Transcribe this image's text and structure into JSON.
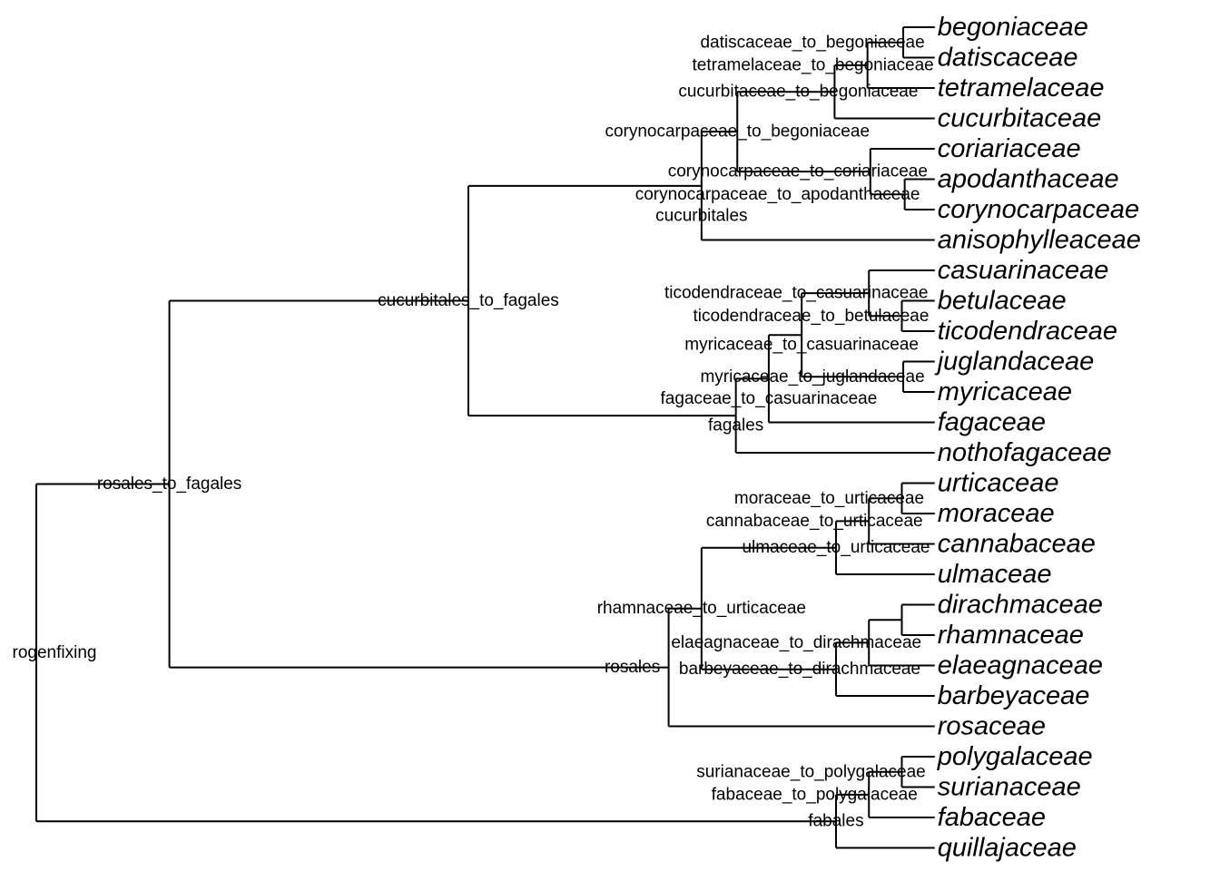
{
  "tree": {
    "label": "rogenfixing",
    "children": [
      {
        "label": "rosales_to_fagales",
        "children": [
          {
            "label": "cucurbitales_to_fagales",
            "children": [
              {
                "label": "cucurbitales",
                "children": [
                  {
                    "label": "corynocarpaceae_to_begoniaceae",
                    "children": [
                      {
                        "label": "cucurbitaceae_to_begoniaceae",
                        "children": [
                          {
                            "label": "tetramelaceae_to_begoniaceae",
                            "children": [
                              {
                                "label": "datiscaceae_to_begoniaceae",
                                "children": [
                                  {
                                    "tip": "begoniaceae"
                                  },
                                  {
                                    "tip": "datiscaceae"
                                  }
                                ]
                              },
                              {
                                "tip": "tetramelaceae"
                              }
                            ]
                          },
                          {
                            "tip": "cucurbitaceae"
                          }
                        ]
                      },
                      {
                        "label": "corynocarpaceae_to_coriariaceae",
                        "children": [
                          {
                            "tip": "coriariaceae"
                          },
                          {
                            "label": "corynocarpaceae_to_apodanthaceae",
                            "children": [
                              {
                                "tip": "apodanthaceae"
                              },
                              {
                                "tip": "corynocarpaceae"
                              }
                            ]
                          }
                        ]
                      }
                    ]
                  },
                  {
                    "tip": "anisophylleaceae"
                  }
                ]
              },
              {
                "label": "fagales",
                "children": [
                  {
                    "label": "fagaceae_to_casuarinaceae",
                    "children": [
                      {
                        "label": "myricaceae_to_casuarinaceae",
                        "children": [
                          {
                            "label": "ticodendraceae_to_casuarinaceae",
                            "children": [
                              {
                                "tip": "casuarinaceae"
                              },
                              {
                                "label": "ticodendraceae_to_betulaceae",
                                "children": [
                                  {
                                    "tip": "betulaceae"
                                  },
                                  {
                                    "tip": "ticodendraceae"
                                  }
                                ]
                              }
                            ]
                          },
                          {
                            "label": "myricaceae_to_juglandaceae",
                            "children": [
                              {
                                "tip": "juglandaceae"
                              },
                              {
                                "tip": "myricaceae"
                              }
                            ]
                          }
                        ]
                      },
                      {
                        "tip": "fagaceae"
                      }
                    ]
                  },
                  {
                    "tip": "nothofagaceae"
                  }
                ]
              }
            ]
          },
          {
            "label": "rosales",
            "children": [
              {
                "label": "rhamnaceae_to_urticaceae",
                "children": [
                  {
                    "label": "ulmaceae_to_urticaceae",
                    "children": [
                      {
                        "label": "cannabaceae_to_urticaceae",
                        "children": [
                          {
                            "label": "moraceae_to_urticaceae",
                            "children": [
                              {
                                "tip": "urticaceae"
                              },
                              {
                                "tip": "moraceae"
                              }
                            ]
                          },
                          {
                            "tip": "cannabaceae"
                          }
                        ]
                      },
                      {
                        "tip": "ulmaceae"
                      }
                    ]
                  },
                  {
                    "label": "barbeyaceae_to_dirachmaceae",
                    "children": [
                      {
                        "label": "elaeagnaceae_to_dirachmaceae",
                        "children": [
                          {
                            "label": "",
                            "children": [
                              {
                                "tip": "dirachmaceae"
                              },
                              {
                                "tip": "rhamnaceae"
                              }
                            ]
                          },
                          {
                            "tip": "elaeagnaceae"
                          }
                        ]
                      },
                      {
                        "tip": "barbeyaceae"
                      }
                    ]
                  }
                ]
              },
              {
                "tip": "rosaceae"
              }
            ]
          }
        ]
      },
      {
        "label": "fabales",
        "children": [
          {
            "label": "fabaceae_to_polygalaceae",
            "children": [
              {
                "label": "surianaceae_to_polygalaceae",
                "children": [
                  {
                    "tip": "polygalaceae"
                  },
                  {
                    "tip": "surianaceae"
                  }
                ]
              },
              {
                "tip": "fabaceae"
              }
            ]
          },
          {
            "tip": "quillajaceae"
          }
        ]
      }
    ]
  }
}
